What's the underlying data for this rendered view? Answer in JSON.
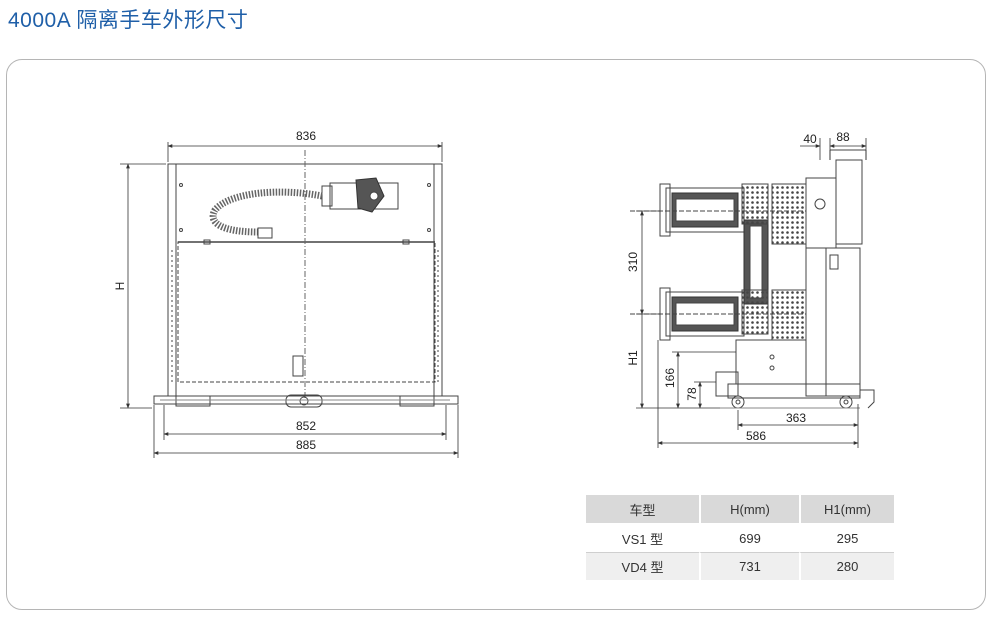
{
  "title": "4000A 隔离手车外形尺寸",
  "front_view": {
    "dims": {
      "top_width": "836",
      "inner_width": "852",
      "overall_width": "885",
      "height": "H"
    }
  },
  "side_view": {
    "dims": {
      "d40": "40",
      "d88": "88",
      "d310": "310",
      "h1": "H1",
      "d166": "166",
      "d78": "78",
      "d363": "363",
      "d586": "586"
    }
  },
  "spec_table": {
    "headers": [
      "车型",
      "H(mm)",
      "H1(mm)"
    ],
    "rows": [
      [
        "VS1 型",
        "699",
        "295"
      ],
      [
        "VD4 型",
        "731",
        "280"
      ]
    ]
  },
  "colors": {
    "title": "#1f5fa8",
    "header_bg": "#d9d9d9",
    "row_alt_bg": "#efefef"
  }
}
